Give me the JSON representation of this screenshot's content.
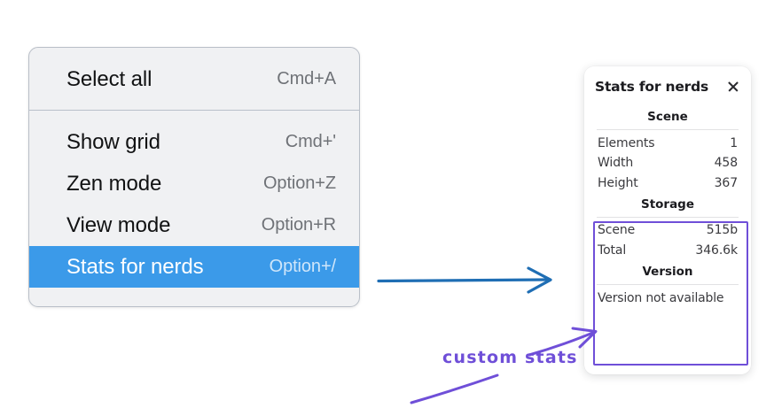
{
  "context_menu": {
    "name": "canvas-context-menu",
    "groups": [
      {
        "items": [
          {
            "label": "Select all",
            "shortcut": "Cmd+A",
            "selected": false
          }
        ]
      },
      {
        "items": [
          {
            "label": "Show grid",
            "shortcut": "Cmd+'",
            "selected": false
          },
          {
            "label": "Zen mode",
            "shortcut": "Option+Z",
            "selected": false
          },
          {
            "label": "View mode",
            "shortcut": "Option+R",
            "selected": false
          },
          {
            "label": "Stats for nerds",
            "shortcut": "Option+/",
            "selected": true
          }
        ]
      }
    ],
    "selected_color": "#3b9ae9",
    "background_color": "#f0f1f3"
  },
  "stats_panel": {
    "title": "Stats for nerds",
    "close_icon": "close-icon",
    "sections": [
      {
        "heading": "Scene",
        "rows": [
          {
            "key": "Elements",
            "value": "1"
          },
          {
            "key": "Width",
            "value": "458"
          },
          {
            "key": "Height",
            "value": "367"
          }
        ]
      },
      {
        "heading": "Storage",
        "rows": [
          {
            "key": "Scene",
            "value": "515b"
          },
          {
            "key": "Total",
            "value": "346.6k"
          }
        ]
      },
      {
        "heading": "Version",
        "single_row": "Version not available"
      }
    ]
  },
  "annotations": {
    "custom_stats_label": "custom stats",
    "highlight_color": "#6f4fd8",
    "arrow_color": "#1f6eb4"
  }
}
